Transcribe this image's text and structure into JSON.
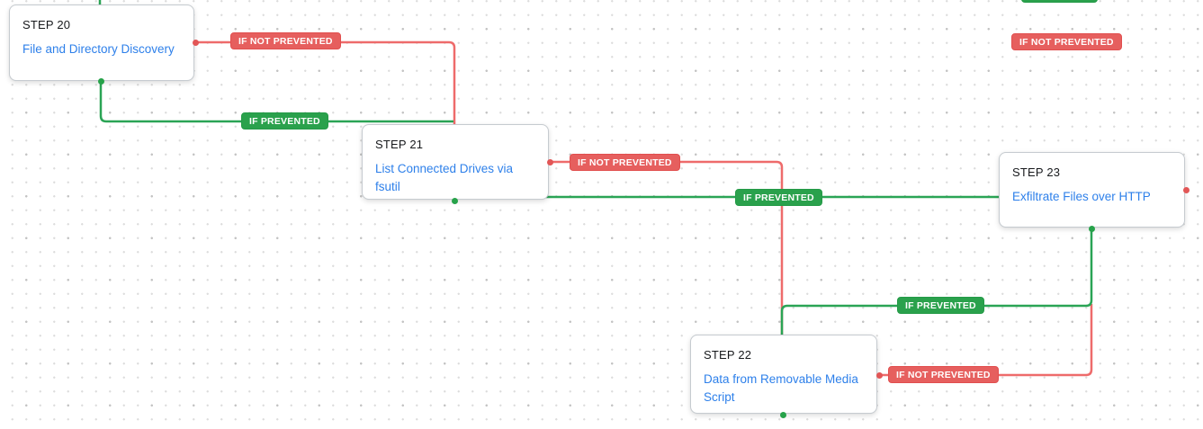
{
  "diagram": {
    "nodes": [
      {
        "id": "step20",
        "step_label": "STEP 20",
        "action_label": "File and Directory Discovery"
      },
      {
        "id": "step21",
        "step_label": "STEP 21",
        "action_label": "List Connected Drives via fsutil"
      },
      {
        "id": "step22",
        "step_label": "STEP 22",
        "action_label": "Data from Removable Media Script"
      },
      {
        "id": "step23",
        "step_label": "STEP 23",
        "action_label": "Exfiltrate Files over HTTP"
      }
    ],
    "badges": [
      {
        "label": "IF NOT PREVENTED",
        "type": "not_prevented"
      },
      {
        "label": "IF PREVENTED",
        "type": "prevented"
      },
      {
        "label": "IF NOT PREVENTED",
        "type": "not_prevented"
      },
      {
        "label": "IF PREVENTED",
        "type": "prevented"
      },
      {
        "label": "IF PREVENTED",
        "type": "prevented"
      },
      {
        "label": "IF NOT PREVENTED",
        "type": "not_prevented"
      },
      {
        "label": "IF NOT PREVENTED",
        "type": "not_prevented"
      },
      {
        "label": "",
        "type": "prevented_cutoff"
      }
    ],
    "colors": {
      "prevented_green_line": "#2aa455",
      "prevented_green_badge": "#2aa14c",
      "not_prevented_red_line": "#ee6b6b",
      "not_prevented_red_badge": "#e65f5e",
      "action_link_blue": "#2e80ea",
      "step_title_text": "#17191c",
      "card_border": "#c6cbd0",
      "grid_dot": "#dcdcdc"
    }
  }
}
